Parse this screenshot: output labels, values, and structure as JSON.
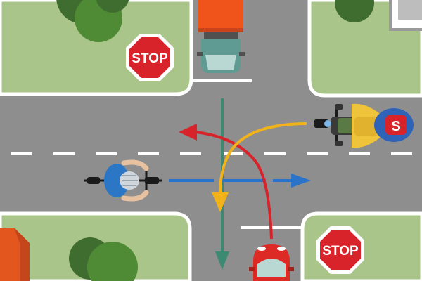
{
  "signs": {
    "top_left_text": "STOP",
    "bottom_right_text": "STOP"
  },
  "motorcycle": {
    "badge_text": "S"
  },
  "colors": {
    "grass": "#a9c58a",
    "road": "#8e8e8e",
    "curb": "#ffffff",
    "stop_red": "#d9232a",
    "truck_orange": "#f0541a",
    "truck_cab": "#5f9b92",
    "cyclist_blue": "#2c76c6",
    "motorcycle_rider_yellow": "#f0c43a",
    "motorcycle_blue": "#2f63b8",
    "car_red": "#dd2a25",
    "arrow_green": "#3d8a73",
    "arrow_red": "#d8232a",
    "arrow_yellow": "#f2b21a",
    "arrow_blue": "#2a73c9",
    "house_orange": "#e3571e",
    "tree_dark": "#3f6c2f",
    "tree_light": "#4f8a35"
  }
}
